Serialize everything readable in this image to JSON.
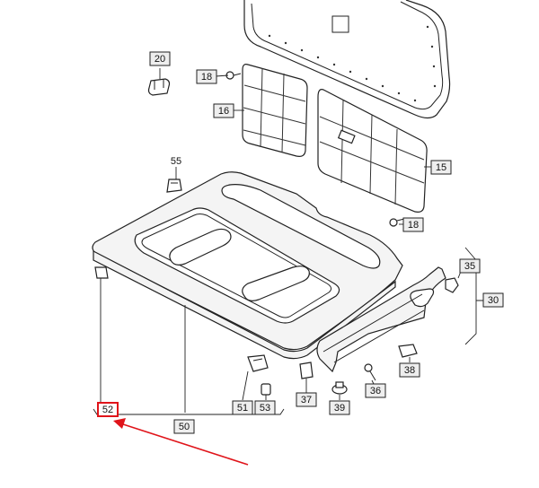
{
  "diagram": {
    "callouts": {
      "c15": "15",
      "c16": "16",
      "c18a": "18",
      "c18b": "18",
      "c20": "20",
      "c30": "30",
      "c35": "35",
      "c36": "36",
      "c37": "37",
      "c38": "38",
      "c39": "39",
      "c50": "50",
      "c51": "51",
      "c52": "52",
      "c53": "53",
      "c55": "55"
    },
    "highlighted_callout": "52",
    "highlight_color": "#e0141a"
  }
}
